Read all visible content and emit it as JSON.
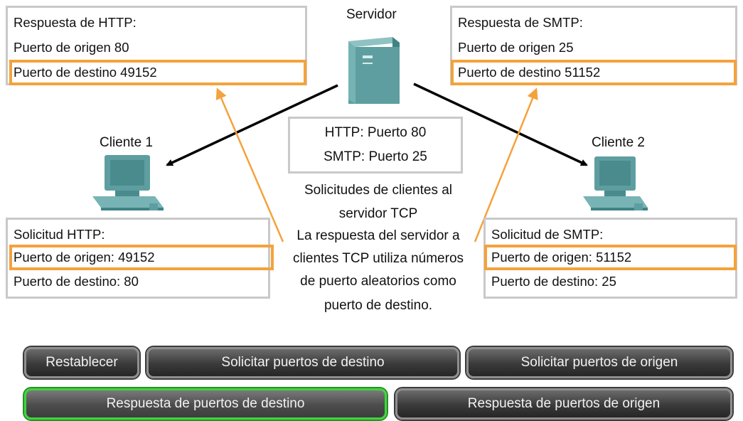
{
  "server": {
    "label": "Servidor"
  },
  "client1": {
    "label": "Cliente 1"
  },
  "client2": {
    "label": "Cliente 2"
  },
  "http_response": {
    "title": "Respuesta de HTTP:",
    "source": "Puerto de origen 80",
    "destination": "Puerto de destino 49152"
  },
  "smtp_response": {
    "title": "Respuesta de SMTP:",
    "source": "Puerto de origen 25",
    "destination": "Puerto de destino 51152"
  },
  "ports_box": {
    "http": "HTTP: Puerto 80",
    "smtp": "SMTP: Puerto 25"
  },
  "http_request": {
    "title": "Solicitud HTTP:",
    "source": "Puerto de origen: 49152",
    "destination": "Puerto de destino: 80"
  },
  "smtp_request": {
    "title": "Solicitud de SMTP:",
    "source": "Puerto de origen: 51152",
    "destination": "Puerto de destino: 25"
  },
  "caption": {
    "line1": "Solicitudes de clientes al",
    "line2": "servidor TCP",
    "line3": "La respuesta del servidor a",
    "line4": "clientes TCP utiliza números",
    "line5": "de puerto aleatorios como",
    "line6": "puerto de destino."
  },
  "buttons": {
    "reset": "Restablecer",
    "request_dest": "Solicitar puertos de destino",
    "request_src": "Solicitar puertos de origen",
    "response_dest": "Respuesta de puertos de destino",
    "response_src": "Respuesta de puertos de origen",
    "active": "response_dest"
  },
  "colors": {
    "highlight": "#f4a23c",
    "arrow_orange": "#f4a23c",
    "arrow_black": "#000000",
    "active_button_border": "#3fd43f",
    "device": "#5f9ea0"
  }
}
